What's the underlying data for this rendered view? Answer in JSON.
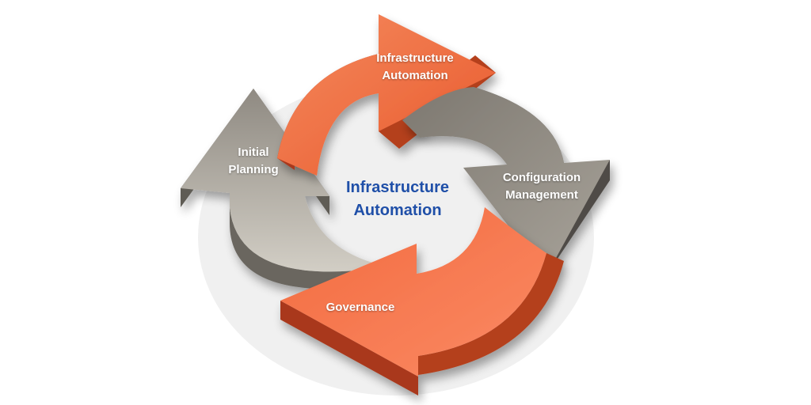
{
  "center": {
    "line1": "Infrastructure",
    "line2": "Automation"
  },
  "stages": {
    "top": {
      "line1": "Infrastructure",
      "line2": "Automation"
    },
    "right": {
      "line1": "Configuration",
      "line2": "Management"
    },
    "bottom": {
      "line1": "Governance"
    },
    "left": {
      "line1": "Initial",
      "line2": "Planning"
    }
  },
  "colors": {
    "orange_light": "#f47a55",
    "orange_dark": "#c9431e",
    "gray_light": "#bdb8ad",
    "gray_dark": "#6f6a63",
    "center_text": "#1f4fa8",
    "label_text": "#ffffff"
  }
}
